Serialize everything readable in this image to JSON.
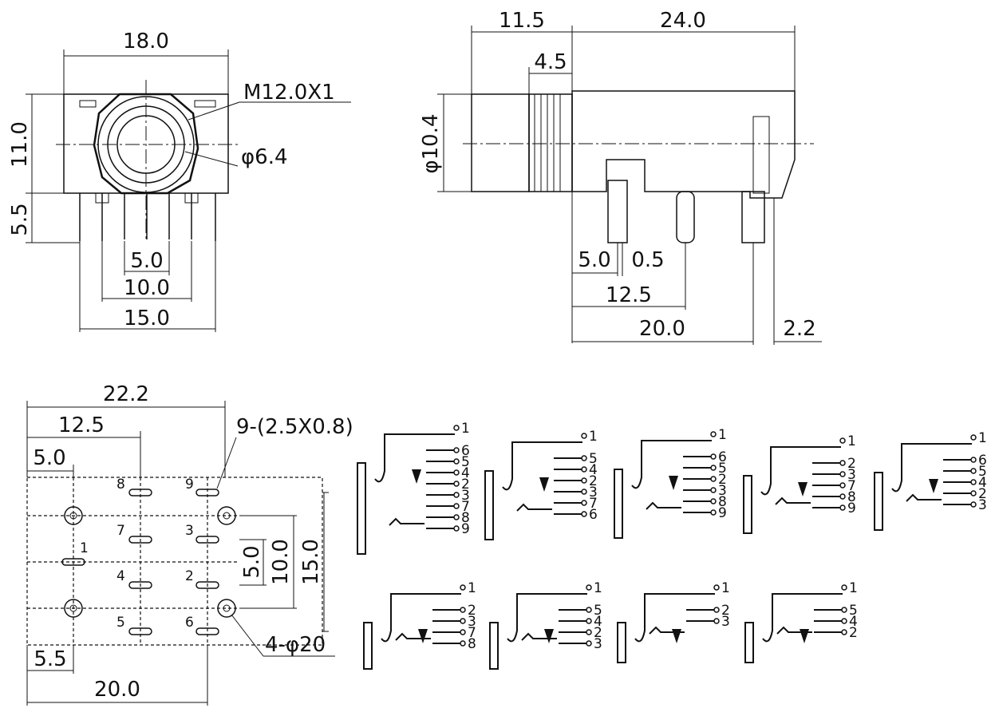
{
  "front_view": {
    "width": "18.0",
    "height": "11.0",
    "pin_len": "5.5",
    "pitch_a": "5.0",
    "pitch_b": "10.0",
    "pitch_c": "15.0",
    "thread": "M12.0X1",
    "bore": "φ6.4"
  },
  "side_view": {
    "front_len": "11.5",
    "body_len": "24.0",
    "thread_len": "4.5",
    "diameter": "φ10.4",
    "d_5": "5.0",
    "d_05": "0.5",
    "d_125": "12.5",
    "d_20": "20.0",
    "d_22": "2.2"
  },
  "footprint": {
    "d_222": "22.2",
    "d_125": "12.5",
    "d_50": "5.0",
    "d_55": "5.5",
    "d_200": "20.0",
    "v_50": "5.0",
    "v_100": "10.0",
    "v_150": "15.0",
    "slots": "9-(2.5X0.8)",
    "holes": "4-φ20",
    "pins": [
      "1",
      "2",
      "3",
      "4",
      "5",
      "6",
      "7",
      "8",
      "9"
    ]
  },
  "schematics": [
    {
      "pins": [
        "1",
        "6",
        "5",
        "4",
        "2",
        "3",
        "7",
        "8",
        "9"
      ]
    },
    {
      "pins": [
        "1",
        "5",
        "4",
        "2",
        "3",
        "7",
        "6"
      ]
    },
    {
      "pins": [
        "1",
        "6",
        "5",
        "2",
        "3",
        "8",
        "9"
      ]
    },
    {
      "pins": [
        "1",
        "2",
        "3",
        "7",
        "8",
        "9"
      ]
    },
    {
      "pins": [
        "1",
        "6",
        "5",
        "4",
        "2",
        "3"
      ]
    },
    {
      "pins": [
        "1",
        "2",
        "3",
        "7",
        "8"
      ]
    },
    {
      "pins": [
        "1",
        "5",
        "4",
        "2",
        "3"
      ]
    },
    {
      "pins": [
        "1",
        "2",
        "3"
      ]
    },
    {
      "pins": [
        "1",
        "5",
        "4",
        "2"
      ]
    }
  ]
}
